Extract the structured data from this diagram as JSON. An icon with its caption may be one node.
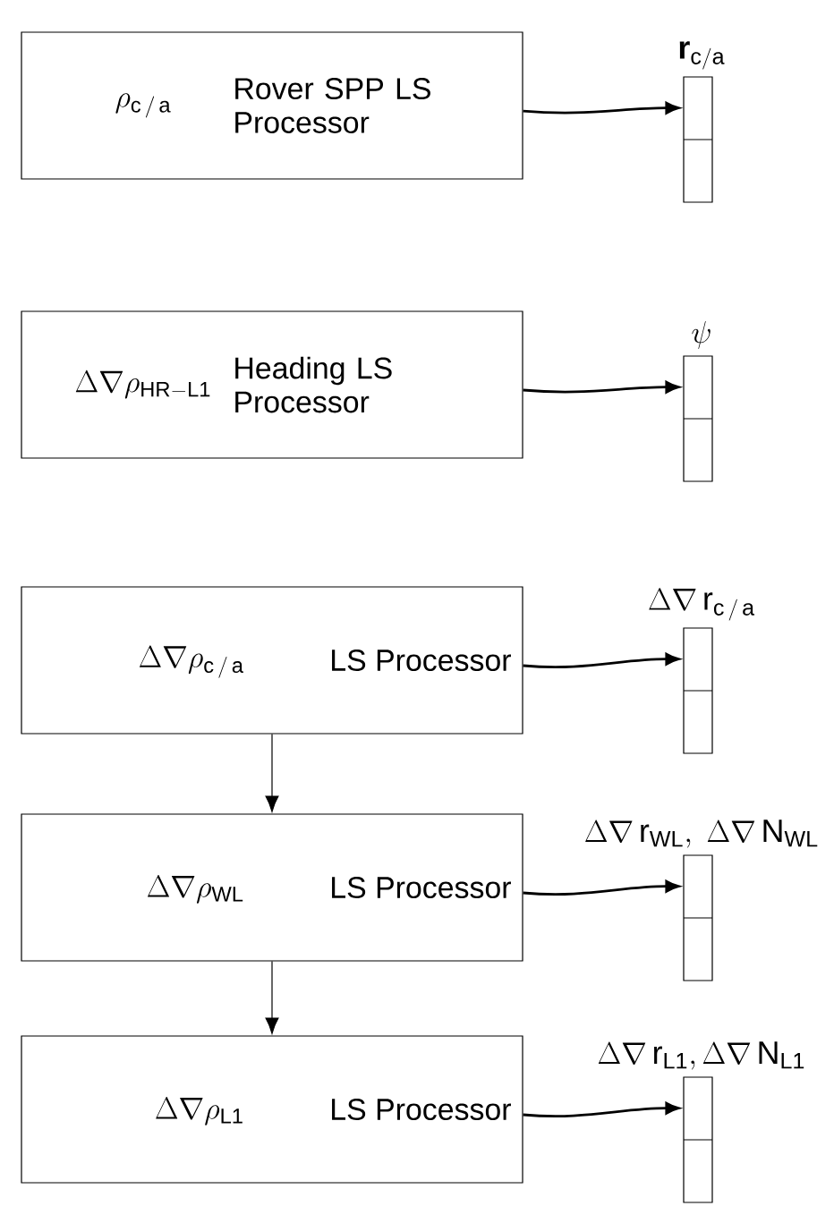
{
  "diagram": {
    "nodes": [
      {
        "text": [
          "\\rho_{\\mathrm{c\\,/\\,a}}",
          "Rover SPP LS Processor"
        ]
      },
      {
        "text": [
          "\\Delta\\nabla\\rho_{\\mathrm{HR{-}L1}}",
          "Heading LS Processor"
        ]
      },
      {
        "text": [
          "\\Delta\\nabla\\rho_{\\mathrm{c\\,/\\,a}}",
          "LS Processor"
        ]
      },
      {
        "text": [
          "\\Delta\\nabla\\rho_{\\mathrm{WL}}",
          "LS Processor"
        ]
      },
      {
        "text": [
          "\\Delta\\nabla\\rho_{\\mathrm{L1}}",
          "LS Processor"
        ]
      },
      {
        "text": [
          "\\mathbf{r}_{\\mathrm{c/a}}"
        ]
      },
      {
        "text": [
          "\\psi"
        ]
      },
      {
        "text": [
          "\\Delta\\nabla\\,\\mathrm{r}_{\\mathrm{c\\,/\\,a}}"
        ]
      },
      {
        "text": [
          "\\Delta\\nabla\\,\\mathrm{r}_{\\mathrm{WL}},\\ \\Delta\\nabla\\,\\mathrm{N}_{\\mathrm{WL}}"
        ]
      },
      {
        "text": [
          "\\Delta\\nabla\\,\\mathrm{r}_{\\mathrm{L1}},\\Delta\\nabla\\,\\mathrm{N}_{\\mathrm{L1}}"
        ]
      }
    ],
    "edges": [
      {
        "from": 0,
        "to": 5,
        "arrow": "to"
      },
      {
        "from": 1,
        "to": 6,
        "arrow": "to"
      },
      {
        "from": 2,
        "to": 7,
        "arrow": "to"
      },
      {
        "from": 3,
        "to": 8,
        "arrow": "to"
      },
      {
        "from": 4,
        "to": 9,
        "arrow": "to"
      },
      {
        "from": 2,
        "to": 3,
        "arrow": "to"
      },
      {
        "from": 3,
        "to": 4,
        "arrow": "to"
      }
    ]
  }
}
